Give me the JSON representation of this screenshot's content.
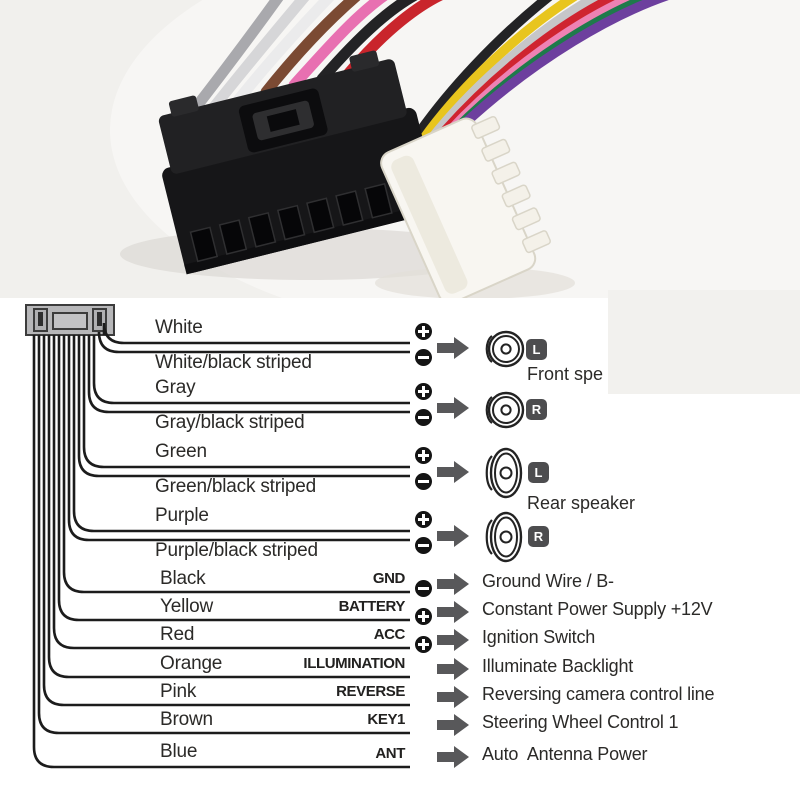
{
  "photo": {
    "background": "#f1f0ed",
    "black_connector_color": "#161618",
    "white_connector_color": "#f8f6f1",
    "left_wire_colors": [
      "#a9a9ad",
      "#d6d6d8",
      "#ebebec",
      "#7b4a33",
      "#e870b1",
      "#232325",
      "#c9252c"
    ],
    "right_wire_colors": [
      "#232325",
      "#e8c51e",
      "#c6c6c8",
      "#cf2430",
      "#ee82b4",
      "#1e7a4b",
      "#6d3f9e"
    ]
  },
  "diagram": {
    "line_color": "#1c1c1c",
    "arrow_color": "#58585a",
    "badge_color": "#4d4d4f",
    "speaker_pairs": [
      {
        "positive": "White",
        "negative": "White/black striped",
        "channel": "L"
      },
      {
        "positive": "Gray",
        "negative": "Gray/black striped",
        "channel": "R"
      },
      {
        "positive": "Green",
        "negative": "Green/black striped",
        "channel": "L"
      },
      {
        "positive": "Purple",
        "negative": "Purple/black striped",
        "channel": "R"
      }
    ],
    "front_group_label": "Front spe",
    "rear_group_label": "Rear speaker",
    "single_wires": [
      {
        "color": "Black",
        "terminal": "GND",
        "polarity": "minus",
        "description": "Ground Wire / B-"
      },
      {
        "color": "Yellow",
        "terminal": "BATTERY",
        "polarity": "plus",
        "description": "Constant Power Supply +12V"
      },
      {
        "color": "Red",
        "terminal": "ACC",
        "polarity": "plus",
        "description": "Ignition Switch"
      },
      {
        "color": "Orange",
        "terminal": "ILLUMINATION",
        "polarity": "none",
        "description": "Illuminate Backlight"
      },
      {
        "color": "Pink",
        "terminal": "REVERSE",
        "polarity": "none",
        "description": "Reversing camera control line"
      },
      {
        "color": "Brown",
        "terminal": "KEY1",
        "polarity": "none",
        "description": "Steering Wheel Control 1"
      },
      {
        "color": "Blue",
        "terminal": "ANT",
        "polarity": "none",
        "description": "Auto  Antenna Power"
      }
    ]
  }
}
